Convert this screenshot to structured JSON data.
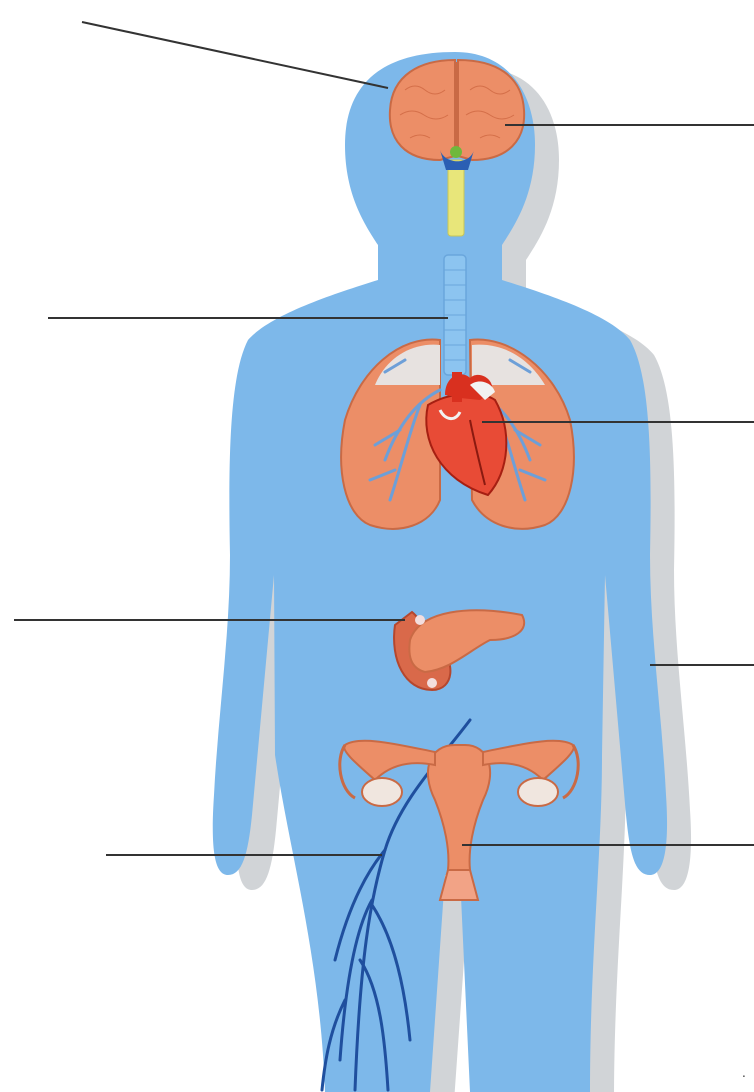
{
  "diagram": {
    "colors": {
      "background": "#ffffff",
      "body_fill": "#7db8ea",
      "body_shadow": "#c9ccd0",
      "organ_fill": "#ec8e67",
      "organ_outline": "#c96a45",
      "vessel_blue": "#1f4f9e",
      "lung_vessel": "#6d9fd8",
      "spinal_cord": "#e8e67a",
      "heart_red": "#d9301f",
      "leader_line": "#333333"
    },
    "organs": [
      {
        "id": "brain",
        "icon": "brain-icon"
      },
      {
        "id": "spinal-cord",
        "icon": "spinal-cord-icon"
      },
      {
        "id": "trachea",
        "icon": "trachea-icon"
      },
      {
        "id": "lungs",
        "icon": "lungs-icon"
      },
      {
        "id": "heart",
        "icon": "heart-icon"
      },
      {
        "id": "pancreas",
        "icon": "pancreas-icon"
      },
      {
        "id": "uterus-ovaries",
        "icon": "uterus-icon"
      },
      {
        "id": "leg-veins",
        "icon": "vein-icon"
      }
    ],
    "corner_mark": "."
  }
}
